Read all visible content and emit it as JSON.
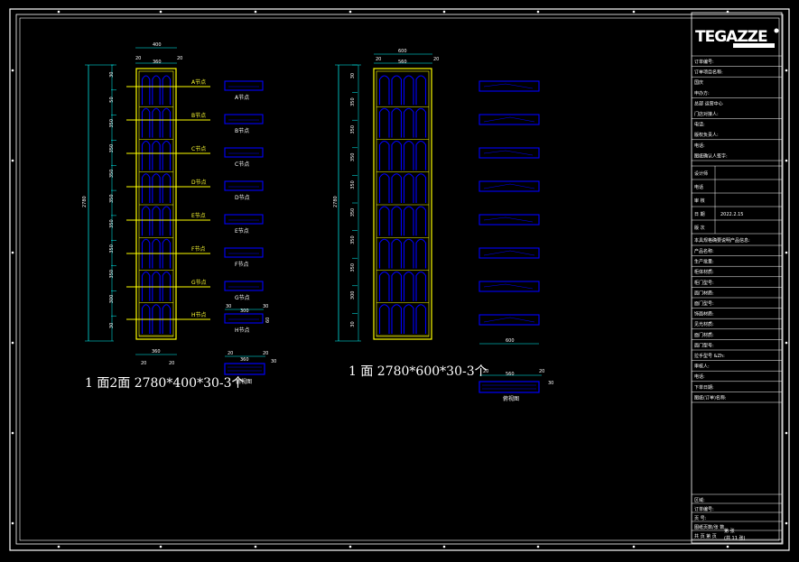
{
  "logo": {
    "text": "TEGAZZE",
    "sub": "..."
  },
  "cabinet1": {
    "width": 400,
    "inner": 360,
    "side": 20,
    "height": 2780,
    "caption": "1 面2面  2780*400*30-3个",
    "nodes": [
      "A节点",
      "B节点",
      "C节点",
      "D节点",
      "E节点",
      "F节点",
      "G节点",
      "H节点"
    ],
    "node_dims": [
      "30",
      "300",
      "30",
      "60"
    ],
    "view_label": "俯视图",
    "view_dims": [
      "20",
      "360",
      "20",
      "30"
    ],
    "bottom_dim": "360",
    "bottom_side": "20",
    "side_dims": [
      "30",
      "50",
      "350",
      "350",
      "350",
      "350",
      "350",
      "350",
      "350",
      "300",
      "30"
    ]
  },
  "cabinet2": {
    "width": 600,
    "inner": 560,
    "side": 20,
    "height": 2780,
    "caption": "1 面  2780*600*30-3个",
    "view_label": "俯视图",
    "view_dims": [
      "20",
      "560",
      "20",
      "30"
    ],
    "bottom_dim": "600",
    "side_dims": [
      "30",
      "350",
      "350",
      "350",
      "350",
      "350",
      "350",
      "350",
      "300",
      "30"
    ]
  },
  "title_block": {
    "rows_top": [
      "订单编号:",
      "订单项目名称:",
      "  国庆",
      "申办方:",
      "  总部 运营中心",
      "门店对接人:",
      "电话:",
      "版权负责人:",
      "电话:",
      "图纸确认人签字:"
    ],
    "rows_mid": [
      [
        "设计师",
        ""
      ],
      [
        "电话",
        ""
      ],
      [
        "审 核",
        ""
      ],
      [
        "日 期",
        "2022.2.15"
      ],
      [
        "版 次",
        ""
      ]
    ],
    "rows_spec_header": "本具规格确要说明产品信息:",
    "rows_spec": [
      "产品名称:",
      "生产批量:",
      "柜体材质:",
      "柜门型号:",
      "面门材质:",
      "面门型号:",
      "饰面材质:",
      "见光材质:",
      "面门材质:",
      "面门型号:",
      "拉手型号 &Zh:",
      "审核人:",
      "电话:",
      "下单日期:",
      "图纸(订单)名称:"
    ],
    "rows_bottom": [
      "区域:",
      "订单编号:",
      "页 号:",
      "图纸页数/张 数",
      "共 页    第 页"
    ],
    "bottom_values": [
      "第  张",
      "(共 11 张)"
    ]
  }
}
